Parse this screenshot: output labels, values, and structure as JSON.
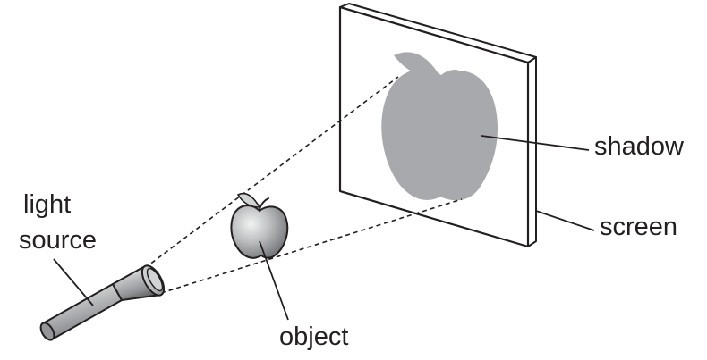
{
  "labels": {
    "light_source_line1": "light",
    "light_source_line2": "source",
    "shadow": "shadow",
    "screen": "screen",
    "object": "object"
  },
  "colors": {
    "stroke": "#231f20",
    "shadow_fill": "#a7a9ac",
    "screen_face": "#ffffff",
    "screen_edge": "#ffffff"
  }
}
